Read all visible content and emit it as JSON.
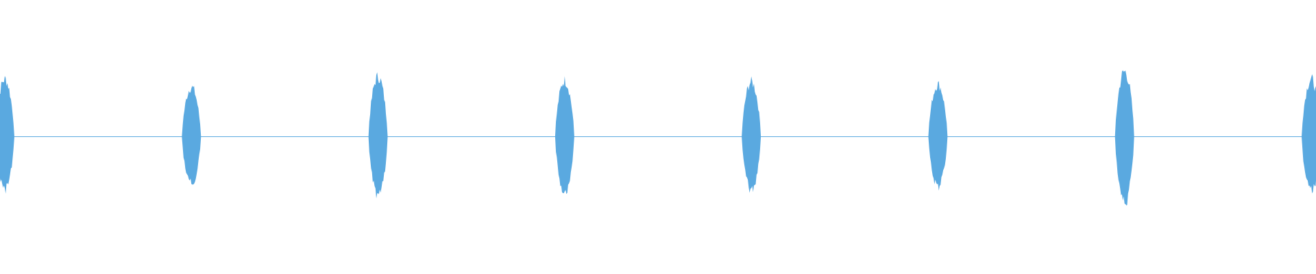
{
  "waveform": {
    "color": "#5aa9e0",
    "baseline_color": "#5aa9e0",
    "background": "#ffffff",
    "bursts": [
      {
        "index": 1,
        "peak": 0.44,
        "trough": 0.4
      },
      {
        "index": 2,
        "peak": 0.38,
        "trough": 0.36
      },
      {
        "index": 3,
        "peak": 0.46,
        "trough": 0.46
      },
      {
        "index": 4,
        "peak": 0.43,
        "trough": 0.42
      },
      {
        "index": 5,
        "peak": 0.42,
        "trough": 0.41
      },
      {
        "index": 6,
        "peak": 0.4,
        "trough": 0.38
      },
      {
        "index": 7,
        "peak": 0.5,
        "trough": 0.51
      },
      {
        "index": 8,
        "peak": 0.44,
        "trough": 0.42
      }
    ]
  }
}
